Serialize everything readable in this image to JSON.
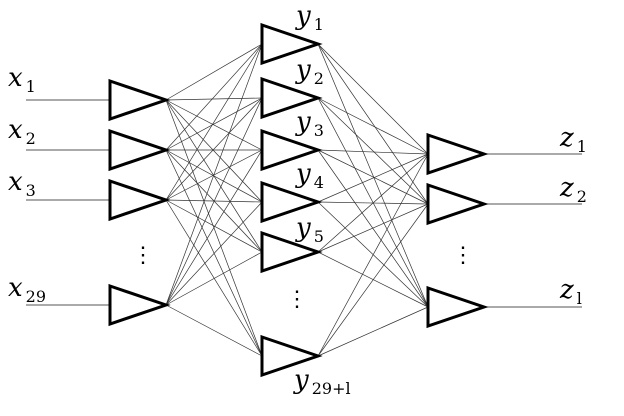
{
  "diagram": {
    "input_layer": {
      "nodes": [
        {
          "base": "x",
          "sub": "1"
        },
        {
          "base": "x",
          "sub": "2"
        },
        {
          "base": "x",
          "sub": "3"
        },
        {
          "base": "x",
          "sub": "29"
        }
      ],
      "ellipsis": "⋮"
    },
    "hidden_layer": {
      "nodes": [
        {
          "base": "y",
          "sub": "1"
        },
        {
          "base": "y",
          "sub": "2"
        },
        {
          "base": "y",
          "sub": "3"
        },
        {
          "base": "y",
          "sub": "4"
        },
        {
          "base": "y",
          "sub": "5"
        },
        {
          "base": "y",
          "sub": "29+l"
        }
      ],
      "ellipsis": "⋮"
    },
    "output_layer": {
      "nodes": [
        {
          "base": "z",
          "sub": "1"
        },
        {
          "base": "z",
          "sub": "2"
        },
        {
          "base": "z",
          "sub": "l"
        }
      ],
      "ellipsis": "⋮"
    }
  }
}
